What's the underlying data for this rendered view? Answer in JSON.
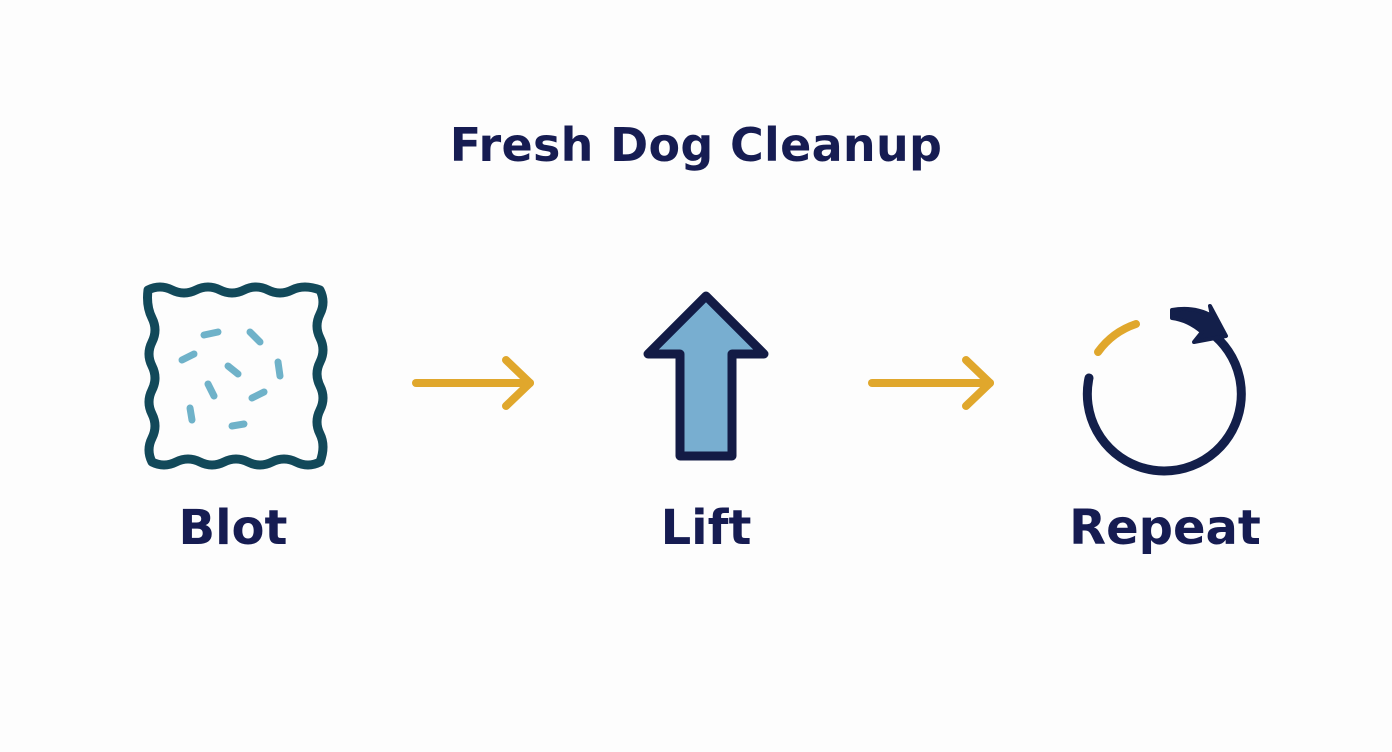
{
  "title": "Fresh Dog Cleanup",
  "steps": [
    {
      "label": "Blot",
      "icon": "blotting-cloth-icon"
    },
    {
      "label": "Lift",
      "icon": "up-arrow-icon"
    },
    {
      "label": "Repeat",
      "icon": "repeat-cycle-icon"
    }
  ],
  "connectors": [
    {
      "icon": "right-arrow-icon"
    },
    {
      "icon": "right-arrow-icon"
    }
  ],
  "colors": {
    "title_text": "#161c52",
    "cloth_outline": "#12495a",
    "stain_dots": "#6fb2c9",
    "connector_arrow": "#e0a72c",
    "lift_arrow_fill": "#78aed0",
    "lift_arrow_outline": "#131b45",
    "repeat_circle": "#131f4a",
    "repeat_accent": "#e0a72c"
  }
}
